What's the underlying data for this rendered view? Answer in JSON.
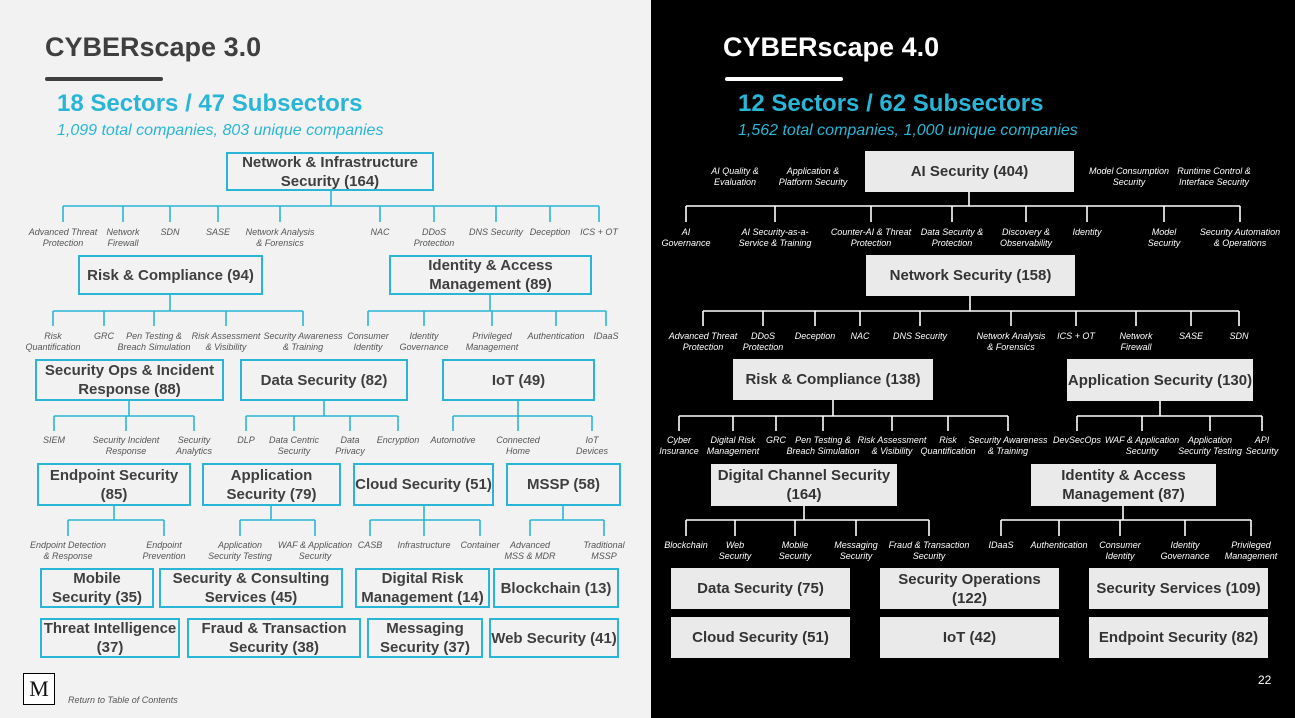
{
  "left": {
    "title": "CYBERscape 3.0",
    "headline": "18 Sectors / 47 Subsectors",
    "subline": "1,099 total companies, 803 unique companies",
    "boxes": {
      "network": "Network & Infrastructure Security (164)",
      "risk": "Risk & Compliance (94)",
      "iam": "Identity & Access Management (89)",
      "secops": "Security Ops & Incident Response (88)",
      "datasec": "Data Security (82)",
      "iot": "IoT (49)",
      "endpoint": "Endpoint Security (85)",
      "appsec": "Application Security (79)",
      "cloud": "Cloud Security (51)",
      "mssp": "MSSP (58)",
      "mobile": "Mobile Security (35)",
      "consulting": "Security & Consulting Services (45)",
      "drm": "Digital Risk Management (14)",
      "blockchain": "Blockchain (13)",
      "threat": "Threat Intelligence (37)",
      "fraud": "Fraud & Transaction Security (38)",
      "messaging": "Messaging Security (37)",
      "web": "Web Security (41)"
    },
    "labels": {
      "network": [
        "Advanced Threat\nProtection",
        "Network\nFirewall",
        "SDN",
        "SASE",
        "Network Analysis\n& Forensics",
        "NAC",
        "DDoS\nProtection",
        "DNS Security",
        "Deception",
        "ICS + OT"
      ],
      "risk": [
        "Risk\nQuantification",
        "GRC",
        "Pen Testing &\nBreach Simulation",
        "Risk Assessment\n& Visibility",
        "Security Awareness\n& Training"
      ],
      "iam": [
        "Consumer\nIdentity",
        "Identity\nGovernance",
        "Privileged\nManagement",
        "Authentication",
        "IDaaS"
      ],
      "secops": [
        "SIEM",
        "Security Incident\nResponse",
        "Security\nAnalytics"
      ],
      "datasec": [
        "DLP",
        "Data Centric\nSecurity",
        "Data\nPrivacy",
        "Encryption"
      ],
      "iot": [
        "Automotive",
        "Connected\nHome",
        "IoT\nDevices"
      ],
      "endpoint": [
        "Endpoint Detection\n& Response",
        "Endpoint\nPrevention"
      ],
      "appsec": [
        "Application\nSecurity Testing",
        "WAF & Application\nSecurity"
      ],
      "cloud": [
        "CASB",
        "Infrastructure",
        "Container"
      ],
      "mssp": [
        "Advanced\nMSS & MDR",
        "Traditional\nMSSP"
      ]
    },
    "return_link": "Return to Table of Contents"
  },
  "right": {
    "title": "CYBERscape 4.0",
    "headline": "12 Sectors / 62 Subsectors",
    "subline": "1,562 total companies, 1,000 unique companies",
    "boxes": {
      "ai": "AI Security (404)",
      "network": "Network Security (158)",
      "risk": "Risk & Compliance (138)",
      "appsec": "Application Security (130)",
      "digital": "Digital Channel Security (164)",
      "iam": "Identity & Access Management (87)",
      "datasec": "Data Security (75)",
      "secops": "Security Operations (122)",
      "services": "Security Services (109)",
      "cloud": "Cloud Security (51)",
      "iot": "IoT (42)",
      "endpoint": "Endpoint Security (82)"
    },
    "labels": {
      "ai_top": [
        "AI Quality &\nEvaluation",
        "Application &\nPlatform Security",
        "Model Consumption\nSecurity",
        "Runtime Control &\nInterface Security"
      ],
      "ai": [
        "AI\nGovernance",
        "AI Security-as-a-\nService & Training",
        "Counter-AI & Threat\nProtection",
        "Data Security &\nProtection",
        "Discovery &\nObservability",
        "Identity",
        "Model\nSecurity",
        "Security Automation\n& Operations"
      ],
      "network": [
        "Advanced Threat\nProtection",
        "DDoS\nProtection",
        "Deception",
        "NAC",
        "DNS Security",
        "Network Analysis\n& Forensics",
        "ICS + OT",
        "Network\nFirewall",
        "SASE",
        "SDN"
      ],
      "risk": [
        "Cyber\nInsurance",
        "Digital Risk\nManagement",
        "GRC",
        "Pen Testing &\nBreach Simulation",
        "Risk Assessment\n& Visibility",
        "Risk\nQuantification",
        "Security Awareness\n& Training"
      ],
      "appsec": [
        "DevSecOps",
        "WAF & Application\nSecurity",
        "Application\nSecurity Testing",
        "API\nSecurity"
      ],
      "digital": [
        "Blockchain",
        "Web\nSecurity",
        "Mobile\nSecurity",
        "Messaging\nSecurity",
        "Fraud & Transaction\nSecurity"
      ],
      "iam": [
        "IDaaS",
        "Authentication",
        "Consumer\nIdentity",
        "Identity\nGovernance",
        "Privileged\nManagement"
      ]
    },
    "page_number": "22"
  },
  "colors": {
    "accent": "#29b6d6",
    "left_bg": "#f2f2f2",
    "right_bg": "#000000",
    "dark_box": "#eaeaea"
  }
}
